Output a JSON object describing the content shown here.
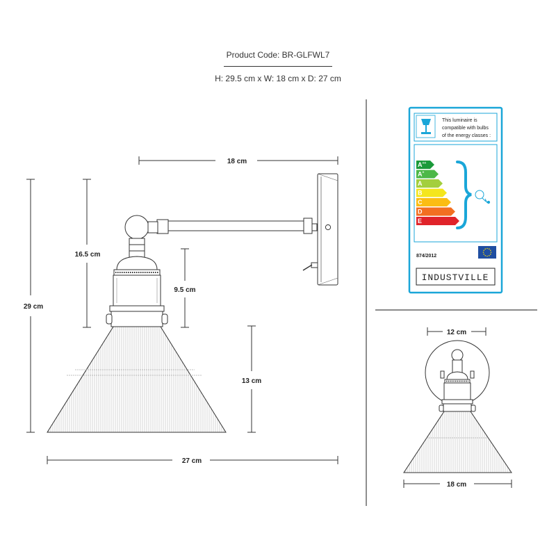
{
  "header": {
    "product_code": "Product Code: BR-GLFWL7",
    "dimensions_summary": "H: 29.5 cm x W: 18 cm x D: 27 cm"
  },
  "side_view": {
    "arm_length": "18 cm",
    "total_height": "29 cm",
    "upper_height": "16.5 cm",
    "holder_height": "9.5 cm",
    "shade_height": "13 cm",
    "projection": "27 cm"
  },
  "front_view": {
    "plate_width": "12 cm",
    "shade_width": "18 cm"
  },
  "energy_label": {
    "lamp_icon": "lamp-icon",
    "bulb_icon": "bulb-icon",
    "text_line1": "This luminaire is",
    "text_line2": "compatible with bulbs",
    "text_line3": "of the energy classes :",
    "classes": [
      {
        "base": "A",
        "sup": "++",
        "color": "#1a9a3a"
      },
      {
        "base": "A",
        "sup": "+",
        "color": "#4db848"
      },
      {
        "base": "A",
        "sup": "",
        "color": "#a3cf3d"
      },
      {
        "base": "B",
        "sup": "",
        "color": "#f4e61d"
      },
      {
        "base": "C",
        "sup": "",
        "color": "#fbbd13"
      },
      {
        "base": "D",
        "sup": "",
        "color": "#f26f21"
      },
      {
        "base": "E",
        "sup": "",
        "color": "#e0232a"
      }
    ],
    "regulation": "874/2012",
    "brand": "INDUSTVILLE",
    "border_color": "#1aa6d8"
  }
}
